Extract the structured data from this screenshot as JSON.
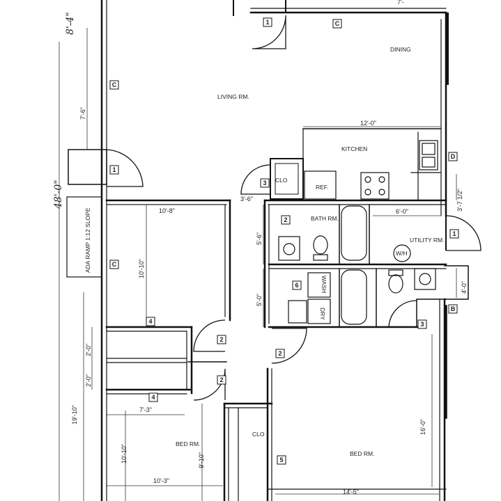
{
  "rooms": {
    "living": "LIVING RM.",
    "dining": "DINING",
    "kitchen": "KITCHEN",
    "bath": "BATH RM.",
    "utility": "UTILITY RM.",
    "bed_left": "BED RM.",
    "bed_right": "BED RM.",
    "clo_top": "CLO",
    "clo_bottom": "CLO"
  },
  "fixtures": {
    "ref": "REF.",
    "wash": "WASH",
    "dry": "DRY",
    "wh": "W/H"
  },
  "ramp": {
    "label": "ADA RAMP 1:12 SLOPE"
  },
  "dimensions": {
    "overall_length": "48'-0\"",
    "top_left": "8'-4\"",
    "wall_7_6": "7'-6\"",
    "top_partial": "7'-",
    "kitchen": "12'-0\"",
    "d_3_6": "3'-6\"",
    "d_10_8": "10'-8\"",
    "d_6_0": "6'-0\"",
    "d_3_7": "3'-7 1/2\"",
    "d_5_6": "5'-6\"",
    "d_10_10a": "10'-10\"",
    "d_5_0": "5'-0\"",
    "d_4_0": "4'-0\"",
    "d_2_0a": "2'-0\"",
    "d_2_0b": "2'-0\"",
    "d_19_10": "19'-10\"",
    "d_7_3": "7'-3\"",
    "d_16_0": "16'-0\"",
    "d_10_10b": "10'-10\"",
    "d_9_10": "9'-10\"",
    "d_10_3": "10'-3\"",
    "d_14_5": "14'-5\""
  },
  "tags": {
    "t1a": "1",
    "tc_top": "C",
    "tc_left": "C",
    "t1b": "1",
    "t3a": "3",
    "td": "D",
    "t2a": "2",
    "t1c": "1",
    "tc_mid": "C",
    "t6": "6",
    "tb": "B",
    "t4a": "4",
    "t2b": "2",
    "t2c": "2",
    "t2d": "2",
    "t3b": "3",
    "t4b": "4",
    "t5": "5"
  }
}
